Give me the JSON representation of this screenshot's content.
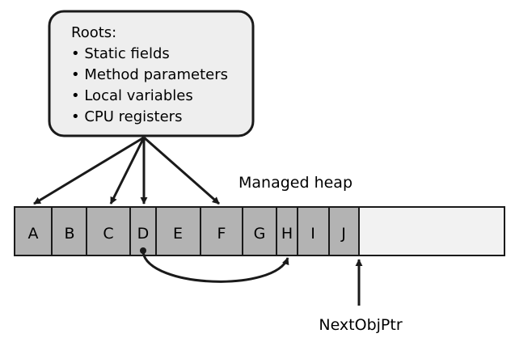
{
  "roots_box": {
    "title": "Roots:",
    "items": [
      "• Static fields",
      "• Method parameters",
      "• Local variables",
      "• CPU registers"
    ]
  },
  "heap": {
    "label": "Managed heap",
    "cells": [
      "A",
      "B",
      "C",
      "D",
      "E",
      "F",
      "G",
      "H",
      "I",
      "J"
    ]
  },
  "pointer_label": "NextObjPtr",
  "colors": {
    "cell_fill": "#b3b3b3",
    "free_fill": "#f2f2f2",
    "box_fill": "#eeeeee",
    "stroke": "#1a1a1a"
  }
}
